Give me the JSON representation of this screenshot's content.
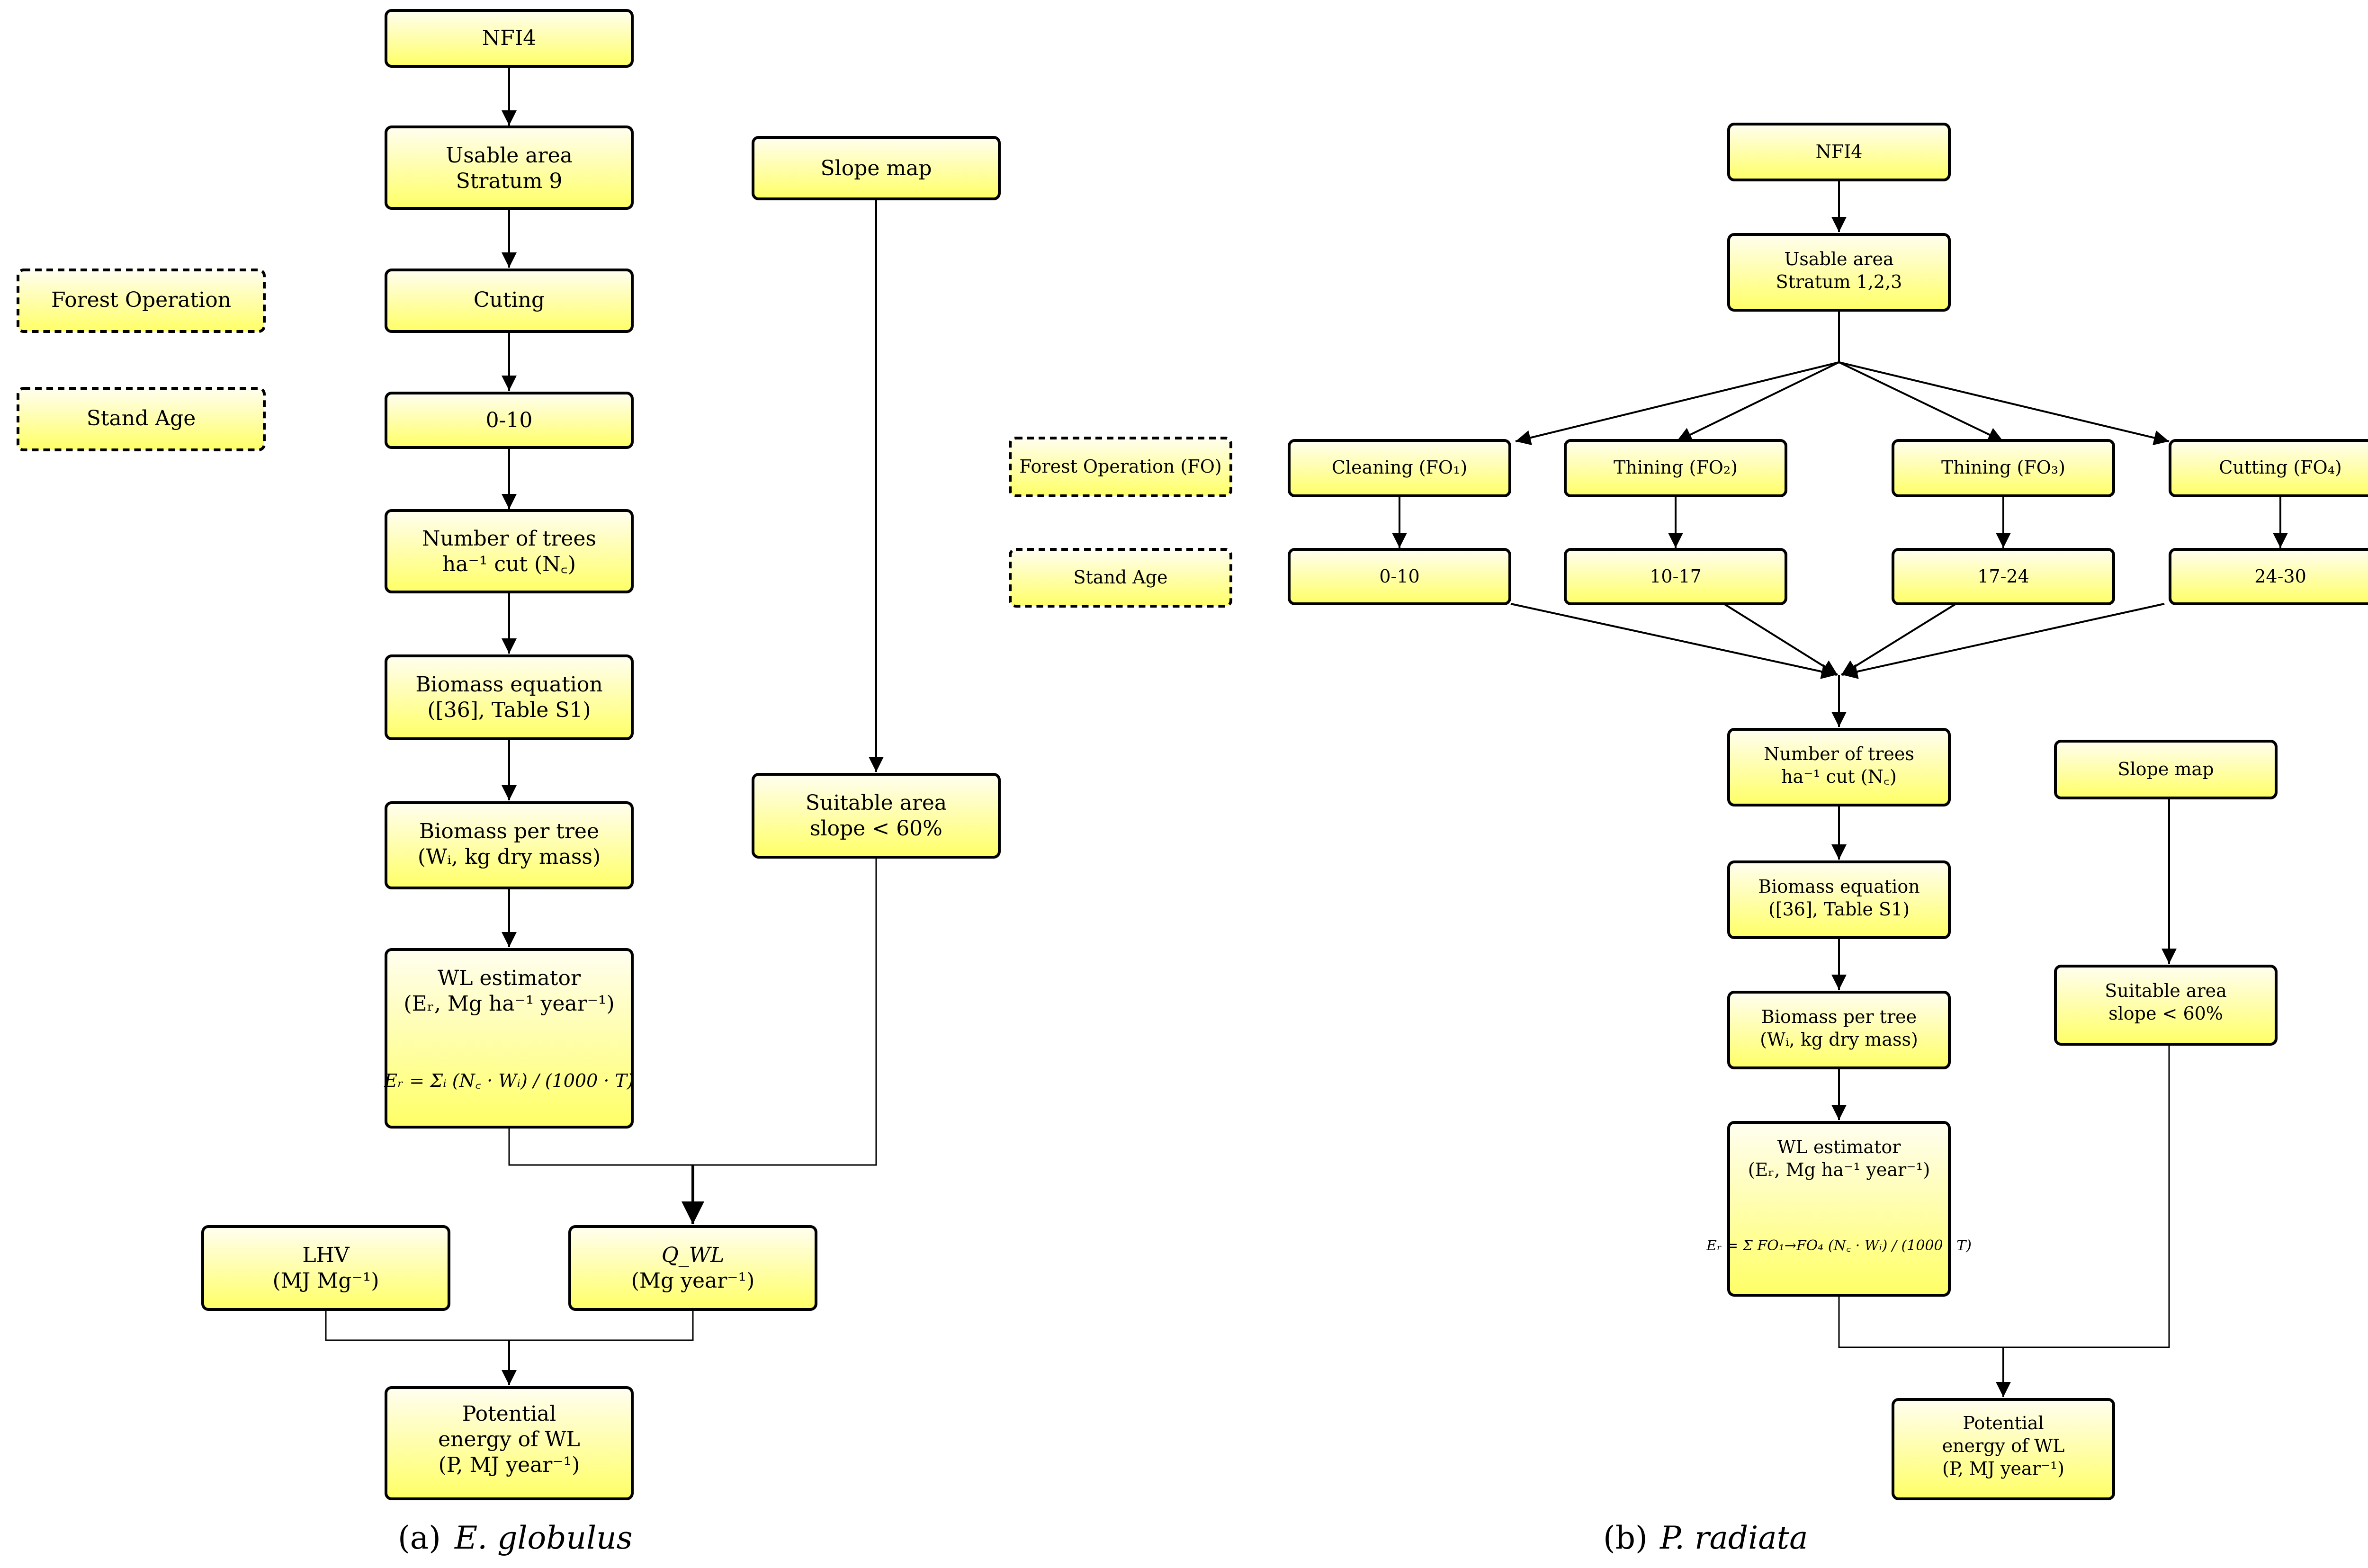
{
  "panel_a": {
    "caption_label": "(a)",
    "caption_species": "E. globulus",
    "nodes": {
      "nfi4": [
        "NFI4"
      ],
      "usable": [
        "Usable area",
        "Stratum 9"
      ],
      "cuting": [
        "Cuting"
      ],
      "age": [
        "0-10"
      ],
      "ntrees": [
        "Number of trees",
        "ha⁻¹ cut (N꜀)"
      ],
      "biomass_eq": [
        "Biomass equation",
        "([36], Table S1)"
      ],
      "biomass_tree": [
        "Biomass per tree",
        "(Wᵢ, kg dry mass)"
      ],
      "wl": [
        "WL estimator",
        "(Eᵣ, Mg ha⁻¹ year⁻¹)"
      ],
      "wl_formula": "Eᵣ = Σᵢ (N꜀ · Wᵢ) / (1000 · T)",
      "slope": [
        "Slope map"
      ],
      "suitable": [
        "Suitable area",
        "slope < 60%"
      ],
      "lhv": [
        "LHV",
        "(MJ Mg⁻¹)"
      ],
      "qwl": [
        "Q_WL",
        "(Mg year⁻¹)"
      ],
      "potential": [
        "Potential",
        "energy of WL",
        "(P, MJ year⁻¹)"
      ]
    },
    "legend": {
      "forest_operation": "Forest Operation",
      "stand_age": "Stand Age"
    }
  },
  "panel_b": {
    "caption_label": "(b)",
    "caption_species": "P. radiata",
    "nodes": {
      "nfi4": [
        "NFI4"
      ],
      "usable": [
        "Usable area",
        "Stratum 1,2,3"
      ],
      "cleaning": [
        "Cleaning (FO₁)"
      ],
      "thining2": [
        "Thining (FO₂)"
      ],
      "thining3": [
        "Thining (FO₃)"
      ],
      "cutting4": [
        "Cutting (FO₄)"
      ],
      "age1": [
        "0-10"
      ],
      "age2": [
        "10-17"
      ],
      "age3": [
        "17-24"
      ],
      "age4": [
        "24-30"
      ],
      "ntrees": [
        "Number of trees",
        "ha⁻¹ cut (N꜀)"
      ],
      "biomass_eq": [
        "Biomass equation",
        "([36], Table S1)"
      ],
      "biomass_tree": [
        "Biomass per tree",
        "(Wᵢ, kg dry mass)"
      ],
      "wl": [
        "WL estimator",
        "(Eᵣ, Mg ha⁻¹ year⁻¹)"
      ],
      "wl_formula": "Eᵣ = Σ FO₁→FO₄ (N꜀ · Wᵢ) / (1000 · T)",
      "slope": [
        "Slope map"
      ],
      "suitable": [
        "Suitable area",
        "slope < 60%"
      ],
      "potential": [
        "Potential",
        "energy of WL",
        "(P, MJ year⁻¹)"
      ]
    },
    "legend": {
      "forest_operation": "Forest Operation (FO)",
      "stand_age": "Stand Age"
    }
  },
  "colors": {
    "box_top": "#fffef0",
    "box_bottom": "#ffff66",
    "border": "#000000",
    "link": "#1a1ad6"
  }
}
